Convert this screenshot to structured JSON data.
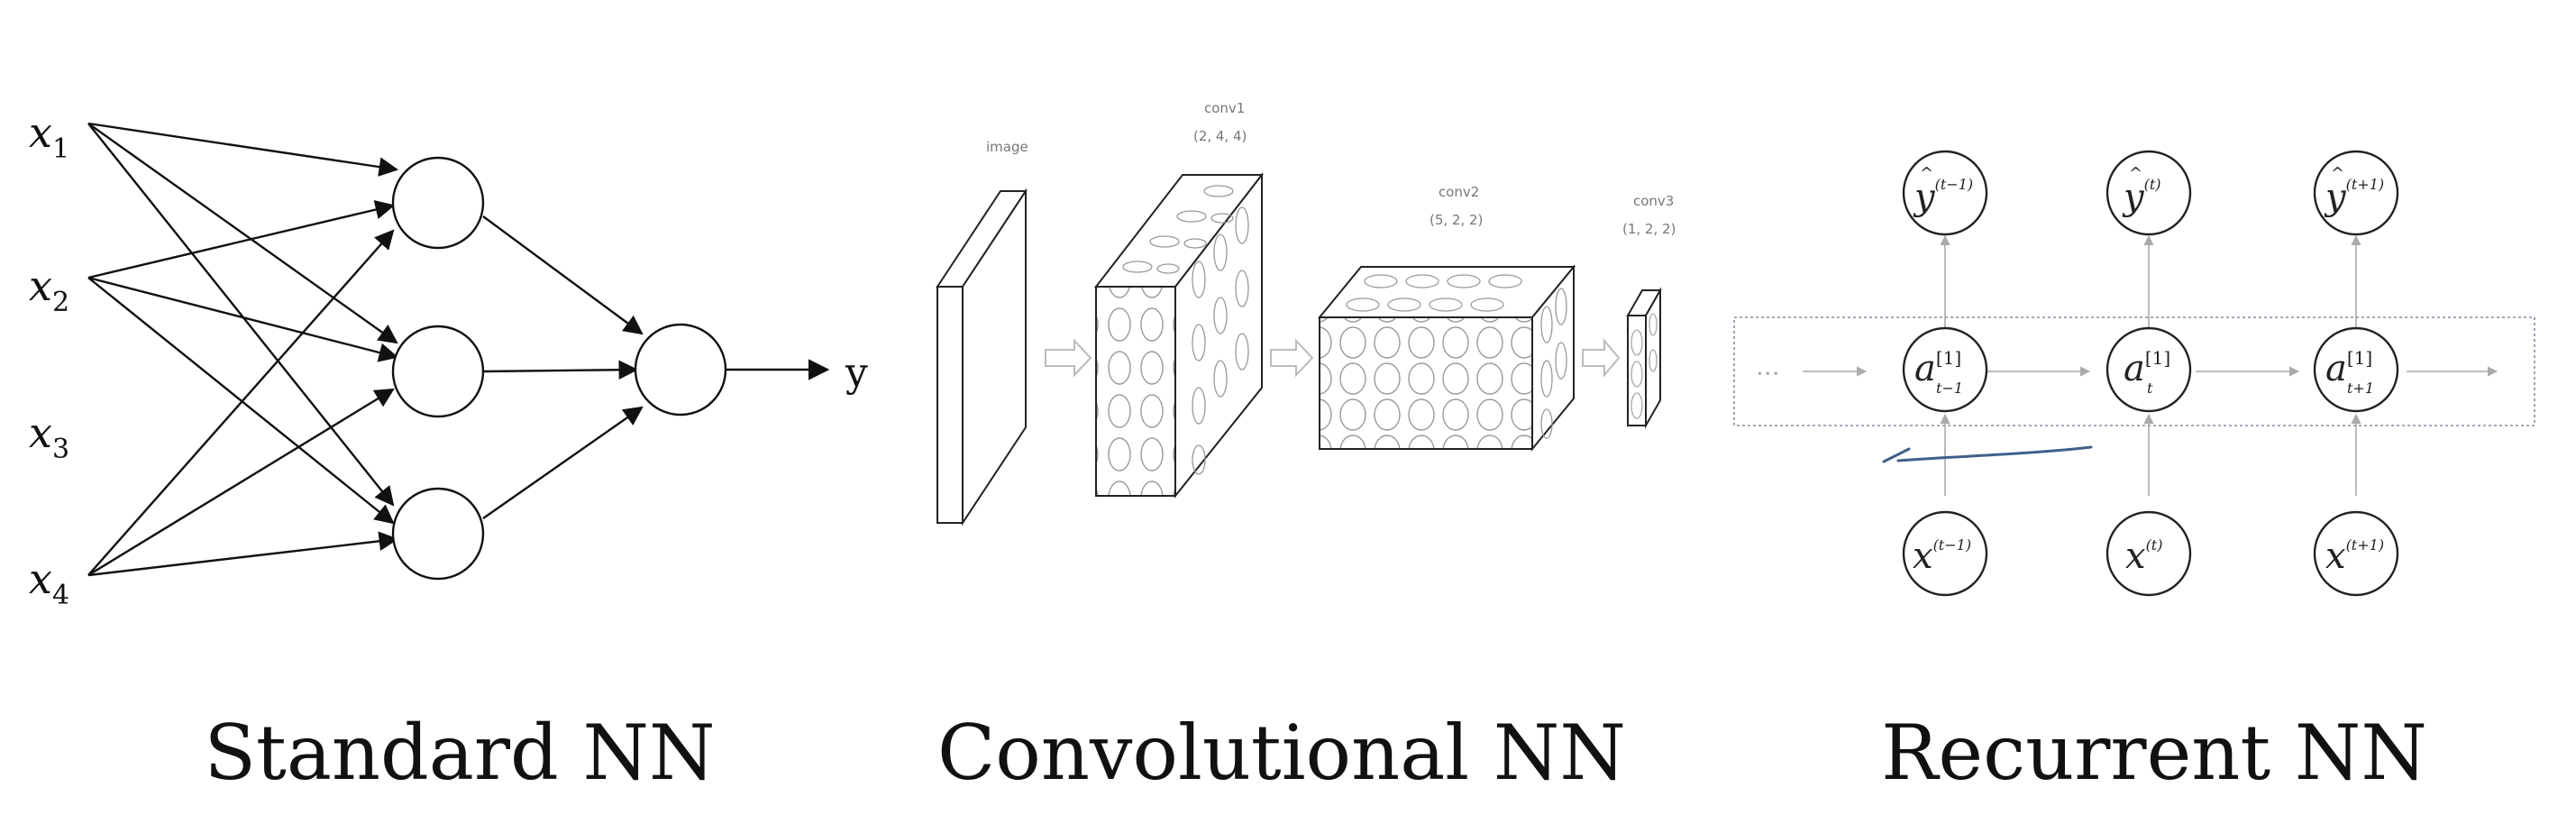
{
  "standard_nn": {
    "inputs": [
      {
        "sym": "x",
        "sub": "1"
      },
      {
        "sym": "x",
        "sub": "2"
      },
      {
        "sym": "x",
        "sub": "3"
      },
      {
        "sym": "x",
        "sub": "4"
      }
    ],
    "output": "y",
    "caption": "Standard NN"
  },
  "conv_nn": {
    "image_label": "image",
    "conv1": {
      "name": "conv1",
      "dims": "(2, 4, 4)"
    },
    "conv2": {
      "name": "conv2",
      "dims": "(5, 2, 2)"
    },
    "conv3": {
      "name": "conv3",
      "dims": "(1, 2, 2)"
    },
    "caption": "Convolutional NN"
  },
  "recurrent_nn": {
    "outputs": [
      {
        "sym": "y",
        "sup": "(t−1)"
      },
      {
        "sym": "y",
        "sup": "(t)"
      },
      {
        "sym": "y",
        "sup": "(t+1)"
      }
    ],
    "hidden": [
      {
        "sym": "a",
        "sup": "[1]",
        "sub": "t−1"
      },
      {
        "sym": "a",
        "sup": "[1]",
        "sub": "t"
      },
      {
        "sym": "a",
        "sup": "[1]",
        "sub": "t+1"
      }
    ],
    "inputs": [
      {
        "sym": "x",
        "sup": "(t−1)"
      },
      {
        "sym": "x",
        "sup": "(t)"
      },
      {
        "sym": "x",
        "sup": "(t+1)"
      }
    ],
    "ellipsis": "···",
    "caption": "Recurrent NN"
  }
}
